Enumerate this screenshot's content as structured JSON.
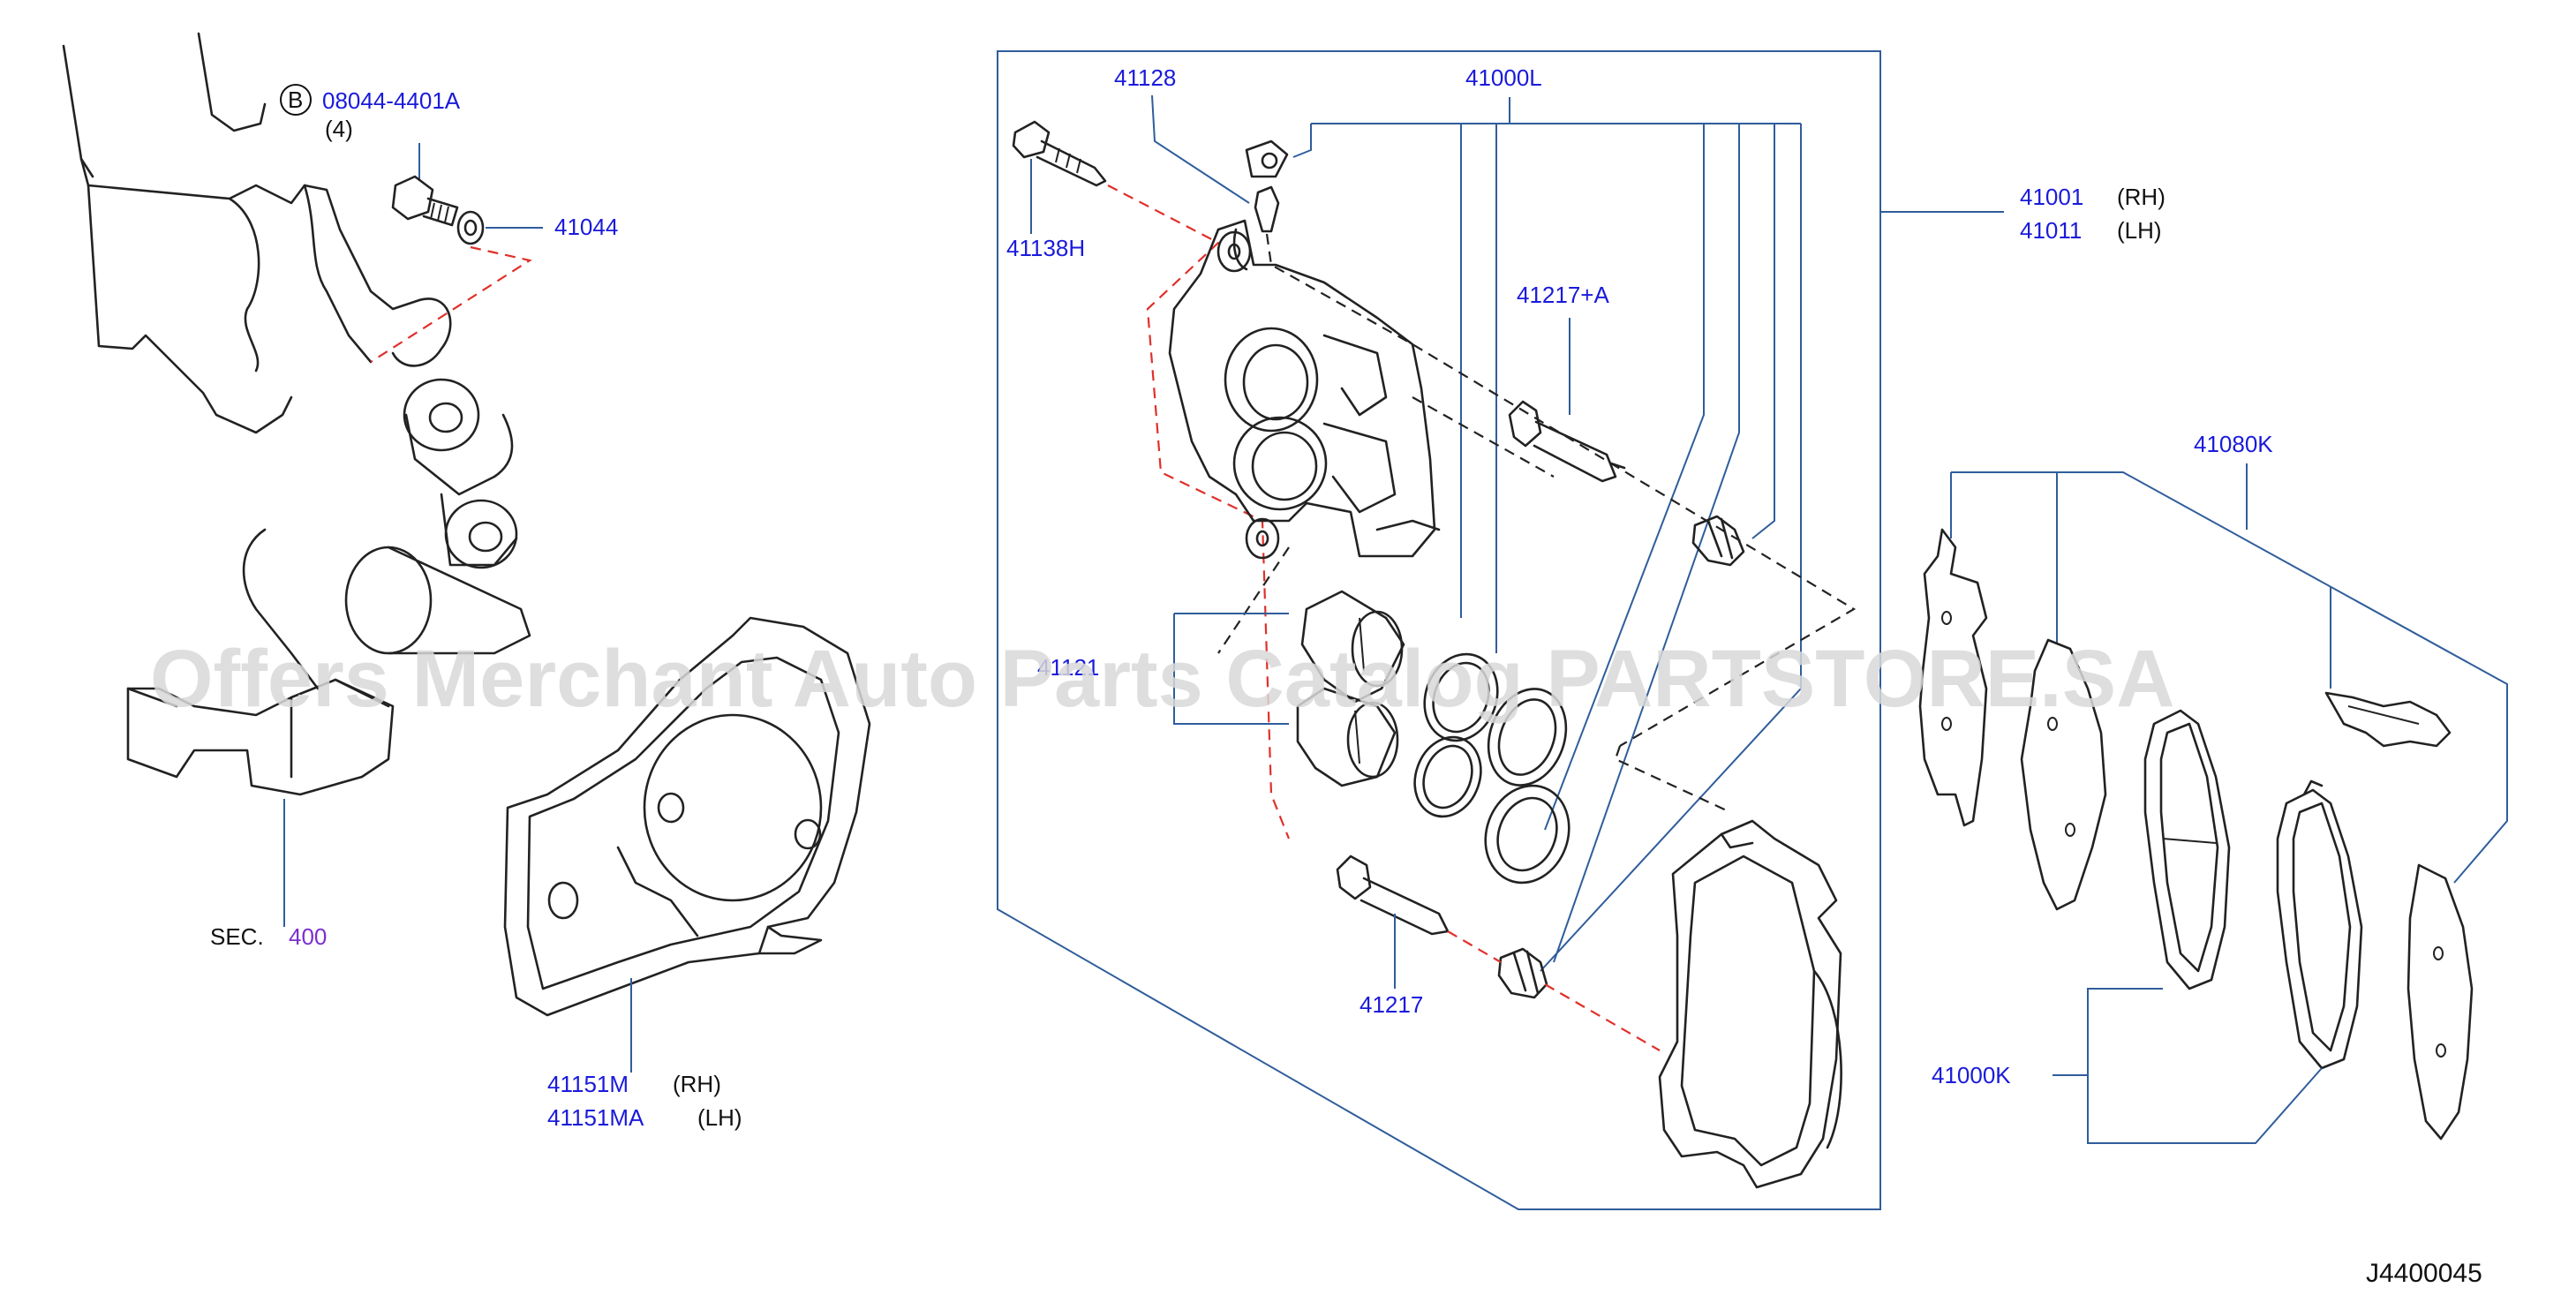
{
  "watermark": "Offers Merchant Auto Parts Catalog PARTSTORE.SA",
  "diagram_code": "J4400045",
  "labels": {
    "bolt_b_marker": "B",
    "bolt_b_code": "08044-4401A",
    "bolt_b_qty": "(4)",
    "washer": "41044",
    "knuckle_sec_prefix": "SEC.",
    "knuckle_sec_num": "400",
    "baffle_rh": "41151M",
    "baffle_rh_side": "(RH)",
    "baffle_lh": "41151MA",
    "baffle_lh_side": "(LH)",
    "bleeder": "41128",
    "caliper_kit": "41000L",
    "caliper_rh": "41001",
    "caliper_rh_side": "(RH)",
    "caliper_lh": "41011",
    "caliper_lh_side": "(LH)",
    "guide_pin_bolt": "41138H",
    "pin_a": "41217+A",
    "piston": "41121",
    "pin": "41217",
    "shim_kit": "41080K",
    "pad_kit": "41000K"
  }
}
